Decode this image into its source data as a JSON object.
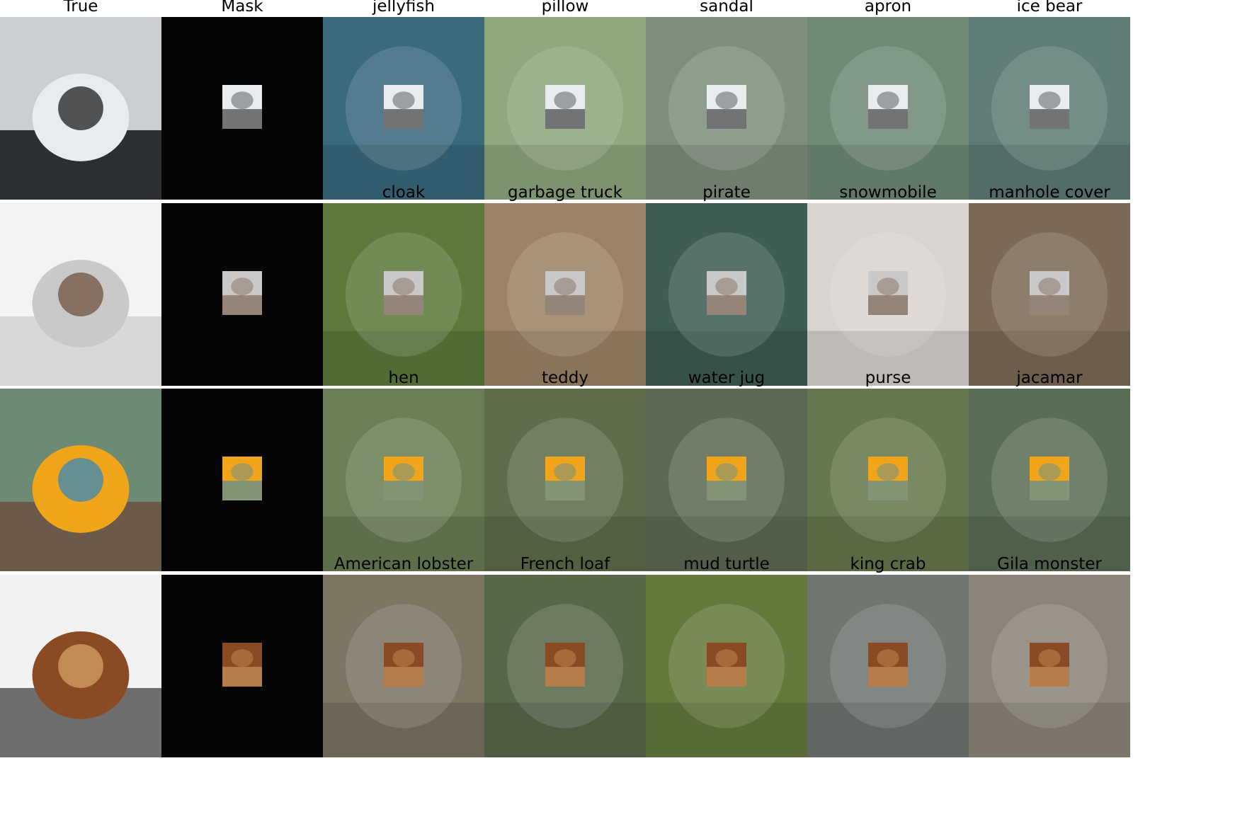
{
  "column_headers": [
    "True",
    "Mask"
  ],
  "rows": [
    {
      "labels": [
        "jellyfish",
        "pillow",
        "sandal",
        "apron",
        "ice bear"
      ],
      "scene": {
        "sky": "#c9ced0",
        "ground": "#2b2f33",
        "subject": "#e8ecef",
        "accent": "#111111"
      },
      "generated_bg": [
        "#3a6a7e",
        "#8fa880",
        "#7f8f7c",
        "#708a76",
        "#5f7c76"
      ]
    },
    {
      "labels": [
        "cloak",
        "garbage truck",
        "pirate",
        "snowmobile",
        "manhole cover"
      ],
      "scene": {
        "sky": "#f3f3f3",
        "ground": "#d8d8d8",
        "subject": "#c9c9c9",
        "accent": "#6a4a35"
      },
      "generated_bg": [
        "#5d7a3c",
        "#9c8367",
        "#3e5d55",
        "#d9d4cf",
        "#7b6a57"
      ]
    },
    {
      "labels": [
        "hen",
        "teddy",
        "water jug",
        "purse",
        "jacamar"
      ],
      "scene": {
        "sky": "#6c8a74",
        "ground": "#6b5a4a",
        "subject": "#f0a51a",
        "accent": "#2a86c4"
      },
      "generated_bg": [
        "#6a7f55",
        "#5e6e4a",
        "#5d6a53",
        "#66784e",
        "#5a6e55"
      ]
    },
    {
      "labels": [
        "American lobster",
        "French loaf",
        "mud turtle",
        "king crab",
        "Gila monster"
      ],
      "scene": {
        "sky": "#f2f2f2",
        "ground": "#6e6e6e",
        "subject": "#8a4a23",
        "accent": "#d8a86a"
      },
      "generated_bg": [
        "#7d7564",
        "#57684a",
        "#647a3c",
        "#6f7670",
        "#8b8478"
      ]
    }
  ],
  "colors": {
    "mask_bg": "#050505",
    "page_bg": "#ffffff",
    "label_text": "#000000"
  }
}
